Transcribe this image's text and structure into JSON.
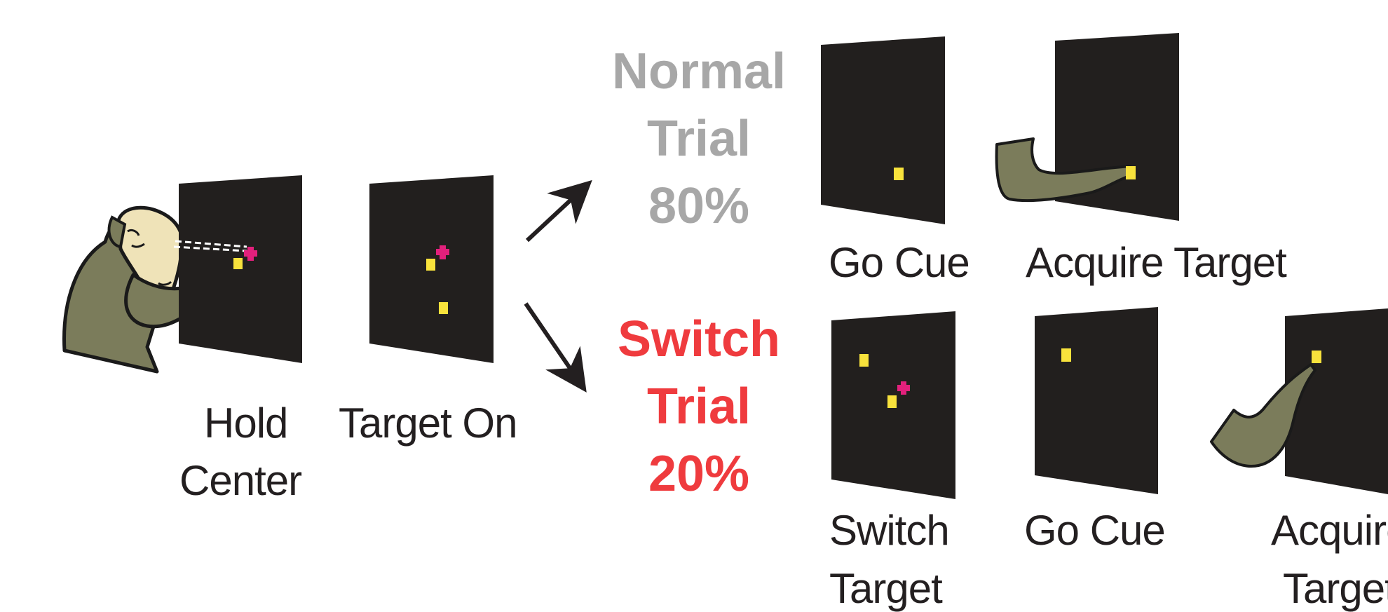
{
  "colors": {
    "screen": "#221f1e",
    "target": "#f8e23c",
    "fixation": "#e2207c",
    "monkey": "#7b7c5b",
    "face": "#efe3b8",
    "outline": "#1a1a1a",
    "normal": "#a7a7a7",
    "switch": "#ef3b3e"
  },
  "stages": {
    "hold_center": [
      "Hold",
      "Center"
    ],
    "target_on": "Target On",
    "normal_go_cue": "Go Cue",
    "normal_acquire_target": "Acquire Target",
    "switch_target": [
      "Switch",
      "Target"
    ],
    "switch_go_cue": "Go Cue",
    "switch_acquire_target": [
      "Acquire",
      "Target"
    ]
  },
  "branches": {
    "normal": [
      "Normal",
      "Trial",
      "80%"
    ],
    "switch": [
      "Switch",
      "Trial",
      "20%"
    ]
  }
}
